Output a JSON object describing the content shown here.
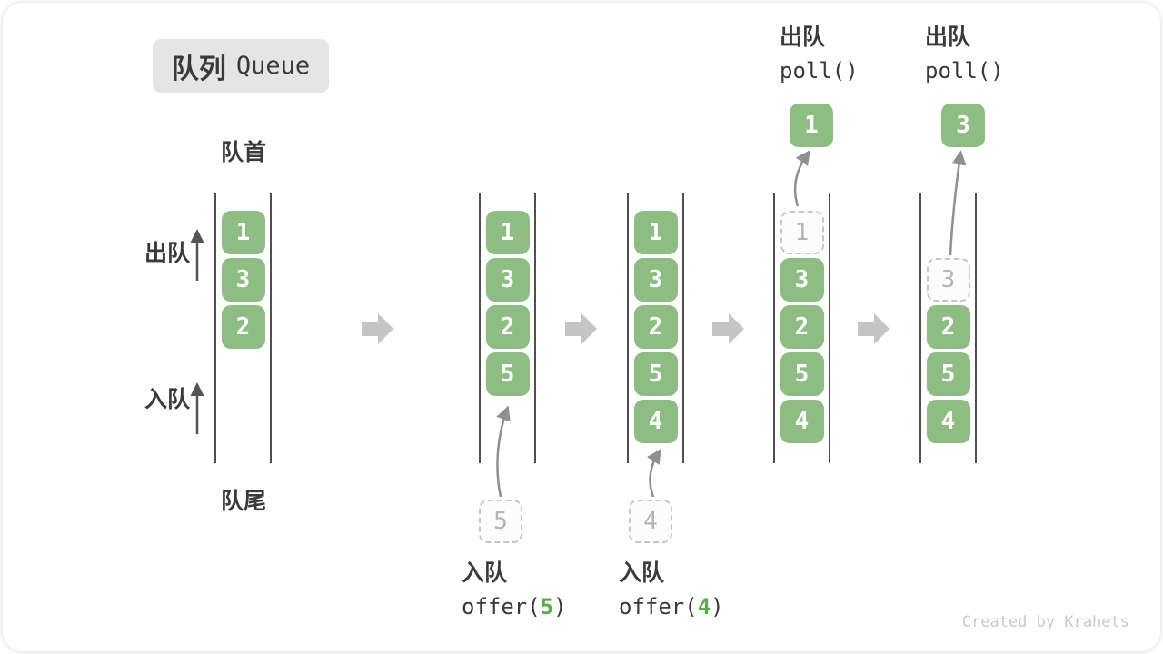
{
  "title": {
    "zh": "队列",
    "en": "Queue"
  },
  "side_labels": {
    "front": "队首",
    "rear": "队尾",
    "dequeue": "出队",
    "enqueue": "入队"
  },
  "operations": {
    "offer5": {
      "label": "入队",
      "fn_open": "offer(",
      "arg": "5",
      "fn_close": ")"
    },
    "offer4": {
      "label": "入队",
      "fn_open": "offer(",
      "arg": "4",
      "fn_close": ")"
    },
    "poll1": {
      "label": "出队",
      "fn": "poll()",
      "result": "1"
    },
    "poll2": {
      "label": "出队",
      "fn": "poll()",
      "result": "3"
    }
  },
  "states": [
    {
      "items": [
        "1",
        "3",
        "2"
      ]
    },
    {
      "items": [
        "1",
        "3",
        "2",
        "5"
      ],
      "incoming": "5"
    },
    {
      "items": [
        "1",
        "3",
        "2",
        "5",
        "4"
      ],
      "incoming": "4"
    },
    {
      "items": [
        "1",
        "3",
        "2",
        "5",
        "4"
      ],
      "removed": "1"
    },
    {
      "items": [
        "3",
        "2",
        "5",
        "4"
      ],
      "removed": "3"
    }
  ],
  "footer": {
    "credit": "Created by Krahets"
  },
  "colors": {
    "box_green": "#8ebd84",
    "code_green": "#5da94e",
    "text_dark": "#3a3a3a",
    "muted_gray": "#b5b5b5",
    "block_arrow_gray": "#c5c5c5",
    "curve_arrow_gray": "#8f8f8f",
    "side_arrow_gray": "#555555",
    "wall_gray": "#4f4f4f",
    "badge_bg": "#e5e5e5",
    "credit_gray": "#c9c9c9"
  }
}
